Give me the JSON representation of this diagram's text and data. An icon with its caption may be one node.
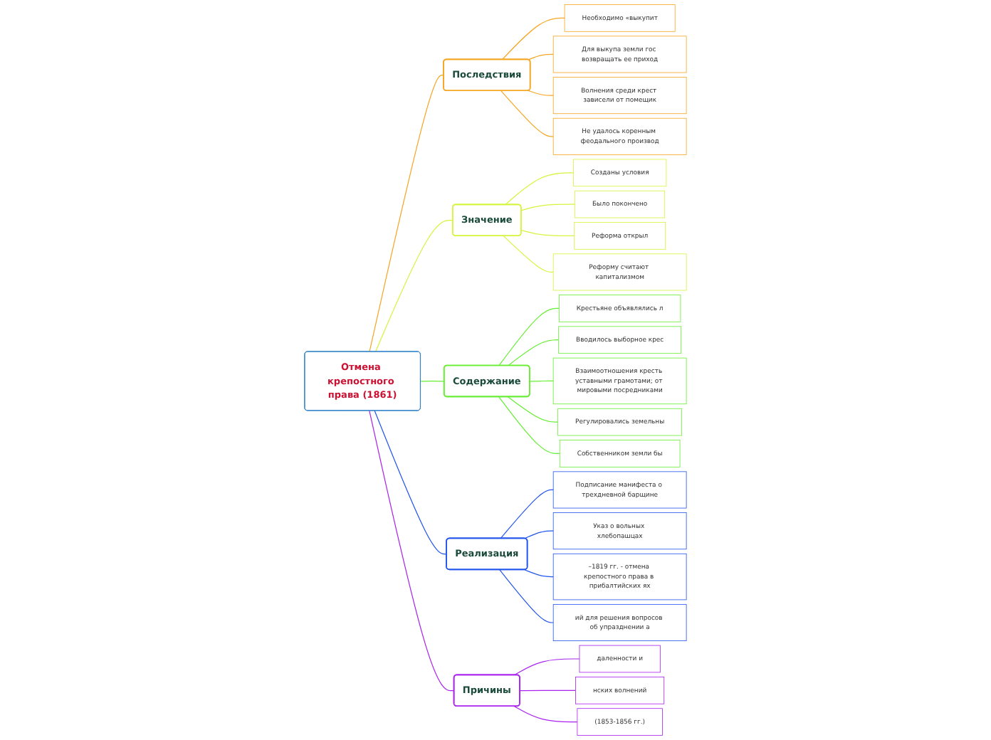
{
  "diagram": {
    "nodes": [
      {
        "text": [
          "Отмена крепостного права (1861)"
        ]
      },
      {
        "text": [
          "Последствия"
        ]
      },
      {
        "text": [
          "Необходимо «выкупит"
        ]
      },
      {
        "text": [
          "Для выкупа земли гос возвращать ее приход"
        ]
      },
      {
        "text": [
          "Волнения среди крест зависели от помещик"
        ]
      },
      {
        "text": [
          "Не удалось коренным феодального производ"
        ]
      },
      {
        "text": [
          "Значение"
        ]
      },
      {
        "text": [
          "Созданы условия"
        ]
      },
      {
        "text": [
          "Было покончено"
        ]
      },
      {
        "text": [
          "Реформа открыл"
        ]
      },
      {
        "text": [
          "Реформу считают капитализмом"
        ]
      },
      {
        "text": [
          "Содержание"
        ]
      },
      {
        "text": [
          "Крестьяне объявлялись л"
        ]
      },
      {
        "text": [
          "Вводилось выборное крес"
        ]
      },
      {
        "text": [
          "Взаимоотношения кресть уставными грамотами; от мировыми посредниками"
        ]
      },
      {
        "text": [
          "Регулировались земельны"
        ]
      },
      {
        "text": [
          "Собственником земли бы"
        ]
      },
      {
        "text": [
          "Реализация"
        ]
      },
      {
        "text": [
          "Подписание манифеста о трехдневной барщине"
        ]
      },
      {
        "text": [
          "Указ о вольных хлебопашцах"
        ]
      },
      {
        "text": [
          "–1819 гг. - отмена крепостного права в прибалтийских ях"
        ]
      },
      {
        "text": [
          "ий для решения вопросов об упразднении а"
        ]
      },
      {
        "text": [
          "Причины"
        ]
      },
      {
        "text": [
          "даленности и"
        ]
      },
      {
        "text": [
          "нских волнений"
        ]
      },
      {
        "text": [
          "(1853-1856 гг.)"
        ]
      }
    ],
    "edges": [
      {
        "from": 0,
        "to": 1,
        "arrow": "none",
        "color": "#f5a623"
      },
      {
        "from": 1,
        "to": 2,
        "arrow": "none",
        "color": "#f5a623"
      },
      {
        "from": 1,
        "to": 3,
        "arrow": "none",
        "color": "#f5a623"
      },
      {
        "from": 1,
        "to": 4,
        "arrow": "none",
        "color": "#f5a623"
      },
      {
        "from": 1,
        "to": 5,
        "arrow": "none",
        "color": "#f5a623"
      },
      {
        "from": 0,
        "to": 6,
        "arrow": "none",
        "color": "#d4f53c"
      },
      {
        "from": 6,
        "to": 7,
        "arrow": "none",
        "color": "#d4f53c"
      },
      {
        "from": 6,
        "to": 8,
        "arrow": "none",
        "color": "#d4f53c"
      },
      {
        "from": 6,
        "to": 9,
        "arrow": "none",
        "color": "#d4f53c"
      },
      {
        "from": 6,
        "to": 10,
        "arrow": "none",
        "color": "#d4f53c"
      },
      {
        "from": 0,
        "to": 11,
        "arrow": "none",
        "color": "#66ee33"
      },
      {
        "from": 11,
        "to": 12,
        "arrow": "none",
        "color": "#66ee33"
      },
      {
        "from": 11,
        "to": 13,
        "arrow": "none",
        "color": "#66ee33"
      },
      {
        "from": 11,
        "to": 14,
        "arrow": "none",
        "color": "#66ee33"
      },
      {
        "from": 11,
        "to": 15,
        "arrow": "none",
        "color": "#66ee33"
      },
      {
        "from": 11,
        "to": 16,
        "arrow": "none",
        "color": "#66ee33"
      },
      {
        "from": 0,
        "to": 17,
        "arrow": "none",
        "color": "#2255ee"
      },
      {
        "from": 17,
        "to": 18,
        "arrow": "none",
        "color": "#2255ee"
      },
      {
        "from": 17,
        "to": 19,
        "arrow": "none",
        "color": "#2255ee"
      },
      {
        "from": 17,
        "to": 20,
        "arrow": "none",
        "color": "#2255ee"
      },
      {
        "from": 17,
        "to": 21,
        "arrow": "none",
        "color": "#2255ee"
      },
      {
        "from": 0,
        "to": 22,
        "arrow": "none",
        "color": "#aa22ee"
      },
      {
        "from": 22,
        "to": 23,
        "arrow": "none",
        "color": "#aa22ee"
      },
      {
        "from": 22,
        "to": 24,
        "arrow": "none",
        "color": "#aa22ee"
      },
      {
        "from": 22,
        "to": 25,
        "arrow": "none",
        "color": "#aa22ee"
      }
    ]
  }
}
